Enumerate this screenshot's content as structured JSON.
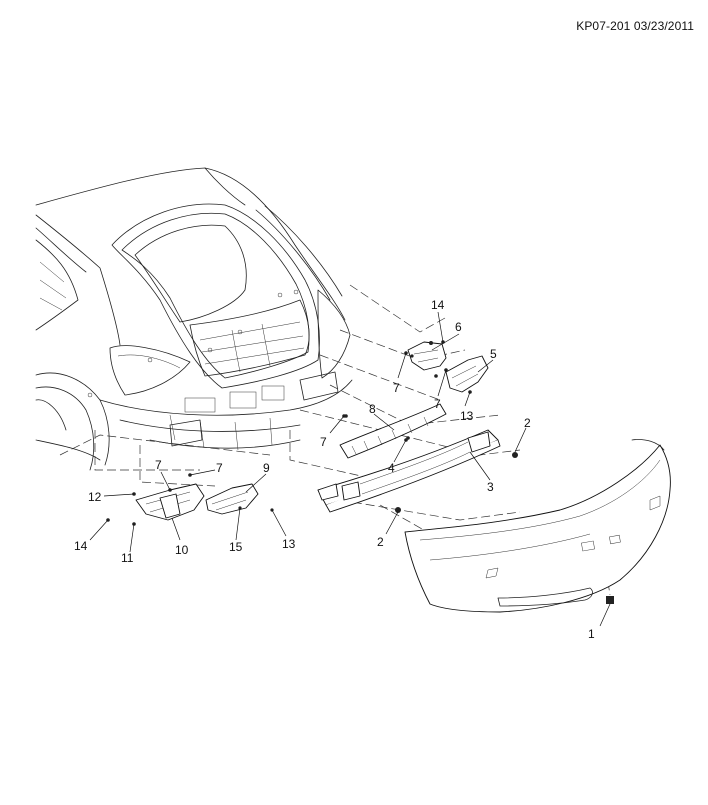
{
  "header": {
    "doc_id": "KP07-201 03/23/2011"
  },
  "callouts": [
    {
      "id": "c14a",
      "label": "14"
    },
    {
      "id": "c6",
      "label": "6"
    },
    {
      "id": "c5",
      "label": "5"
    },
    {
      "id": "c7a",
      "label": "7"
    },
    {
      "id": "c7b",
      "label": "7"
    },
    {
      "id": "c13a",
      "label": "13"
    },
    {
      "id": "c8",
      "label": "8"
    },
    {
      "id": "c2a",
      "label": "2"
    },
    {
      "id": "c7c",
      "label": "7"
    },
    {
      "id": "c4",
      "label": "4"
    },
    {
      "id": "c3",
      "label": "3"
    },
    {
      "id": "c7d",
      "label": "7"
    },
    {
      "id": "c7e",
      "label": "7"
    },
    {
      "id": "c9",
      "label": "9"
    },
    {
      "id": "c12",
      "label": "12"
    },
    {
      "id": "c2b",
      "label": "2"
    },
    {
      "id": "c14b",
      "label": "14"
    },
    {
      "id": "c13b",
      "label": "13"
    },
    {
      "id": "c15",
      "label": "15"
    },
    {
      "id": "c10",
      "label": "10"
    },
    {
      "id": "c11",
      "label": "11"
    },
    {
      "id": "c1",
      "label": "1"
    }
  ]
}
